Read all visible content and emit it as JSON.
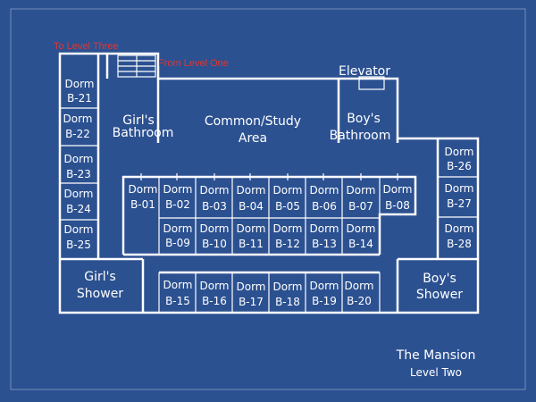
{
  "colors": {
    "background": "#2c5191",
    "lines": "#ffffff",
    "stair_notes": "#e8332b"
  },
  "stairs": {
    "up_label": "To Level Three",
    "down_label": "From Level One"
  },
  "rooms": {
    "elevator": "Elevator",
    "girls_bathroom": [
      "Girl's",
      "Bathroom"
    ],
    "boys_bathroom": [
      "Boy's",
      "Bathroom"
    ],
    "common_area": [
      "Common/Study",
      "Area"
    ],
    "girls_shower": [
      "Girl's",
      "Shower"
    ],
    "boys_shower": [
      "Boy's",
      "Shower"
    ]
  },
  "dorm_word": "Dorm",
  "dorms": {
    "row1": [
      "B-01",
      "B-02",
      "B-03",
      "B-04",
      "B-05",
      "B-06",
      "B-07",
      "B-08"
    ],
    "row2": [
      "B-09",
      "B-10",
      "B-11",
      "B-12",
      "B-13",
      "B-14"
    ],
    "row3": [
      "B-15",
      "B-16",
      "B-17",
      "B-18",
      "B-19",
      "B-20"
    ],
    "left": [
      "B-21",
      "B-22",
      "B-23",
      "B-24",
      "B-25"
    ],
    "right": [
      "B-26",
      "B-27",
      "B-28"
    ]
  },
  "caption": {
    "title": "The Mansion",
    "level": "Level Two"
  }
}
